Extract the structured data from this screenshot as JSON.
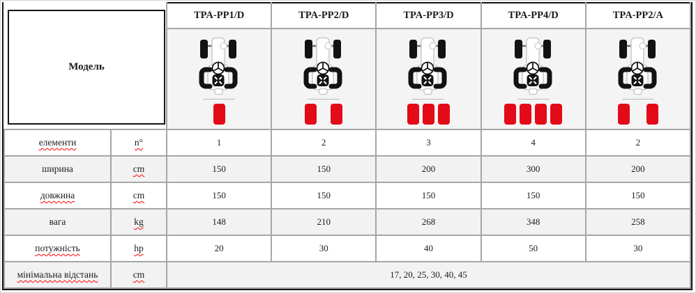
{
  "table": {
    "corner_label": "Модель",
    "models": [
      {
        "label": "TPA-PP1/D",
        "elements": 1,
        "block_gap": 0
      },
      {
        "label": "TPA-PP2/D",
        "elements": 2,
        "block_gap": 20
      },
      {
        "label": "TPA-PP3/D",
        "elements": 3,
        "block_gap": 5
      },
      {
        "label": "TPA-PP4/D",
        "elements": 4,
        "block_gap": 5
      },
      {
        "label": "TPA-PP2/A",
        "elements": 2,
        "block_gap": 24
      }
    ],
    "rows": [
      {
        "label": "елементи",
        "unit": "n°",
        "values": [
          "1",
          "2",
          "3",
          "4",
          "2"
        ],
        "label_misspelled": true,
        "unit_misspelled": true,
        "shaded": false
      },
      {
        "label": "ширина",
        "unit": "cm",
        "values": [
          "150",
          "150",
          "200",
          "300",
          "200"
        ],
        "label_misspelled": false,
        "unit_misspelled": true,
        "shaded": true
      },
      {
        "label": "довжина",
        "unit": "cm",
        "values": [
          "150",
          "150",
          "150",
          "150",
          "150"
        ],
        "label_misspelled": true,
        "unit_misspelled": true,
        "shaded": false
      },
      {
        "label": "вага",
        "unit": "kg",
        "values": [
          "148",
          "210",
          "268",
          "348",
          "258"
        ],
        "label_misspelled": false,
        "unit_misspelled": true,
        "shaded": true
      },
      {
        "label": "потужність",
        "unit": "hp",
        "values": [
          "20",
          "30",
          "40",
          "50",
          "30"
        ],
        "label_misspelled": true,
        "unit_misspelled": true,
        "shaded": false
      },
      {
        "label": "мінімальна відстань",
        "unit": "cm",
        "values_merged": "17, 20, 25, 30, 40, 45",
        "label_misspelled": true,
        "unit_misspelled": true,
        "shaded": true
      }
    ],
    "colors": {
      "accent_red": "#e30b17",
      "grid_line": "#a6a6a6",
      "shaded_row": "#f2f2f2",
      "icon_band": "#f4f4f4",
      "border_black": "#141414",
      "squiggle_red": "#ff0000"
    },
    "icons": {
      "tractor": "tractor-top-view-icon",
      "element_block": "red-element-block"
    }
  }
}
